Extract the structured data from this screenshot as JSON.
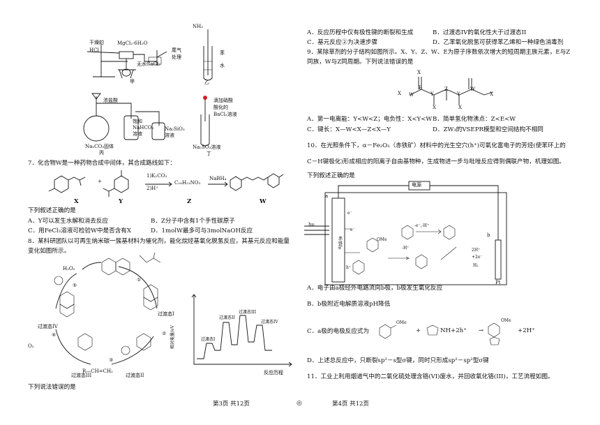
{
  "left": {
    "apparatus": {
      "jia": {
        "gas_label_1": "干燥的",
        "gas_label_2": "HCl",
        "salt": "MgCl₂·6H₂O",
        "exhaust_1": "尾气",
        "exhaust_2": "处理",
        "drying_agent": "无水CaCl₂",
        "name": "甲"
      },
      "yi": {
        "gas": "NH₃",
        "layer_top": "苯",
        "layer_bottom": "水",
        "name": "乙"
      },
      "bing": {
        "acid": "浓盐酸",
        "wash_1": "饱和",
        "wash_2": "NaHCO₃",
        "wash_3": "溶液",
        "sil_1": "Na₂SiO₃",
        "sil_2": "溶液",
        "solid": "Na₂CO₃固体",
        "name": "丙"
      },
      "ding": {
        "reagent_1": "滴加硝酸",
        "reagent_2": "酸化的",
        "reagent_3": "BaCl₂溶液",
        "solution": "Na₂SO₃溶液",
        "name": "丁"
      }
    },
    "q7": {
      "stem": "7．化合物W是一种药物合成中间体，其合成路线如下：",
      "step1_top": "1)K₂CO₃",
      "step1_bottom": "2)H⁺",
      "formula_z": "C₁₈H₂₁NO₃",
      "step2": "NaBH₄",
      "labels": [
        "X",
        "Y",
        "Z",
        "W"
      ],
      "prompt": "下列叙述正确的是",
      "options": {
        "A": "A．Y可以发生水解和消去反应",
        "B": "B．Z分子中含有1个手性碳原子",
        "C": "C．用FeCl₃溶液可检验W中是否含有X",
        "D": "D．1molW最多可与3molNaOH反应"
      }
    },
    "q8": {
      "stem_1": "8．某科研团队以可再生纳米碳一簇基材料为催化剂，能化烷烃基氧化脱氢反应，其基元反应和能量",
      "stem_2": "变化如图所示。",
      "cycle": {
        "h2o2": "H₂O₂",
        "o2": "O₂",
        "product": "R—CH=CH₂",
        "ts4": "过渡态IV",
        "ts1": "过渡态I",
        "ts2": "过渡态II",
        "ts3": "过渡态III",
        "steps": [
          "①",
          "②",
          "③",
          "④",
          "⑤"
        ]
      },
      "energy": {
        "ylabel": "相对能量/eV",
        "xlabel": "反应历程",
        "peaks": [
          "过渡态I",
          "过渡态II",
          "过渡态III",
          "过渡态IV"
        ]
      },
      "prompt": "下列说法错误的是"
    },
    "footer": "第3页 共12页"
  },
  "right": {
    "q8_options": {
      "A": "A．反应历程中仅有极性键的断裂和生成",
      "B": "B．过渡态IV的氧化性大于过渡态II",
      "C": "C．基元反应②为决速步骤",
      "D": "D．乙苯氧化脱氢可获得苯乙烯和一种绿色消毒剂"
    },
    "q9": {
      "stem_1": "9．某除草剂的分子结构如图所示。X、Y、Z、W、E为原子序数依次增大的短周期主族元素，E与Z",
      "stem_2": "同族，W与Z同周期。下列说法错误的是",
      "atoms": {
        "x": "X",
        "y": "Y",
        "z": "Z",
        "w": "W",
        "e": "E"
      },
      "options": {
        "A": "A．第一电离能：Y<W<Z；电负性：X<Y<W",
        "B": "B．简单氢化物沸点：Z<E<W",
        "C": "C．键长：X—W<X—Z<X—Y",
        "D": "D．ZW₃的VSEPR模型和空间结构不相同"
      }
    },
    "q10": {
      "stem_1": "10．在光照条件下，α－Fe₂O₃（赤铁矿）材料中的光生空穴(h⁺)可氧化富电子的芳烃(使苯环上的",
      "stem_2": "C－H键极化)形成相应的阳离子自由基物种，生成物进一步与吡唑反应得到偶联产物，机理如图。",
      "stem_3": "下列叙述正确的是",
      "device": {
        "power": "电源",
        "hv": "hν",
        "electrode_a": "a",
        "electrode_b": "b",
        "hematite": "赤铁矿",
        "pt": "Pt",
        "e1": "e⁻",
        "e2": "e⁻",
        "h_plus": "h⁺",
        "step1": "-e⁻,-H⁺",
        "step2": "-H⁺",
        "cathode_1": "2H⁺",
        "cathode_2": "+2e⁻",
        "cathode_3": "H₂",
        "ome": "OMe"
      },
      "options": {
        "A": "A．电子由a极经外电路流向b极，b极发生氧化反应",
        "B": "B．b极附近电解质溶液pH降低",
        "C_pre": "C．a极的电极反应式为",
        "C_mid": "+",
        "C_ion": "NH+2h⁺",
        "C_arrow": "→",
        "C_post": "+2H⁺",
        "D": "D．上述总反应中，只断裂sp²－s型σ键，同时只形成sp²－sp²型σ键"
      }
    },
    "q11": {
      "stem": "11．工业上利用烟道气中的二氧化硫处理含铬(VI)废水，并回收氧化铬(III)，工艺流程如图。"
    },
    "footer": "第4页 共12页"
  }
}
